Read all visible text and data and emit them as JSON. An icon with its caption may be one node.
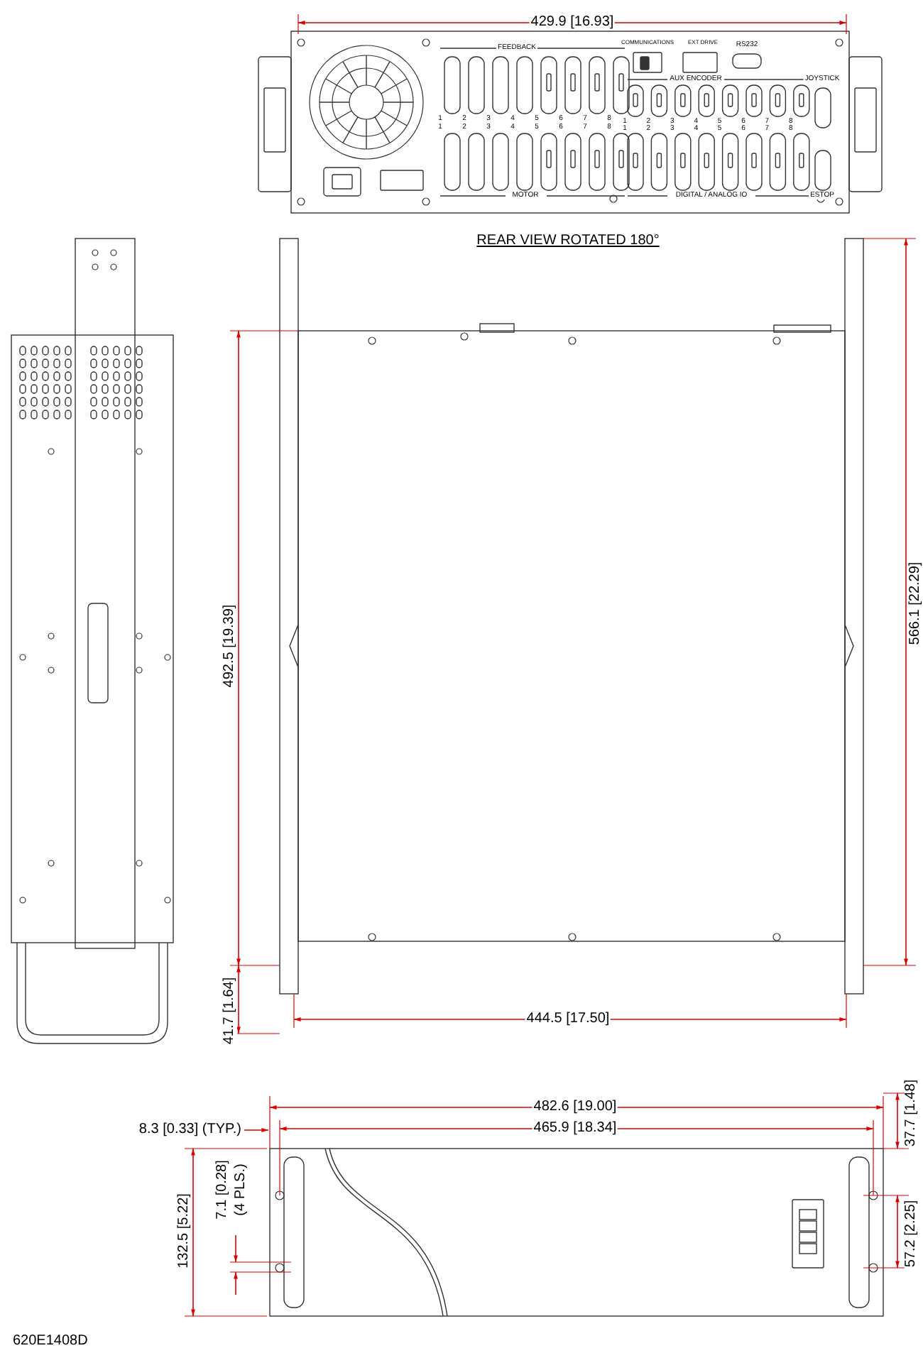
{
  "diagram": {
    "labels": [
      "429.9 [16.93]",
      "FEEDBACK",
      "COMMUNICATIONS",
      "EXT DRIVE",
      "RS232",
      "AUX ENCODER",
      "JOYSTICK",
      "1",
      "2",
      "3",
      "4",
      "5",
      "6",
      "7",
      "8",
      "1",
      "2",
      "3",
      "4",
      "5",
      "6",
      "7",
      "8",
      "1",
      "2",
      "3",
      "4",
      "5",
      "6",
      "7",
      "8",
      "1",
      "2",
      "3",
      "4",
      "5",
      "6",
      "7",
      "8",
      "MOTOR",
      "DIGITAL / ANALOG IO",
      "ESTOP",
      "REAR VIEW ROTATED 180°",
      "492.5 [19.39]",
      "566.1 [22.29]",
      "444.5 [17.50]",
      "41.7 [1.64]",
      "482.6 [19.00]",
      "37.7 [1.48]",
      "8.3 [0.33] (TYP.)",
      "465.9 [18.34]",
      "7.1 [0.28]",
      "(4 PLS.)",
      "132.5 [5.22]",
      "57.2 [2.25]",
      "620E1408D"
    ]
  }
}
